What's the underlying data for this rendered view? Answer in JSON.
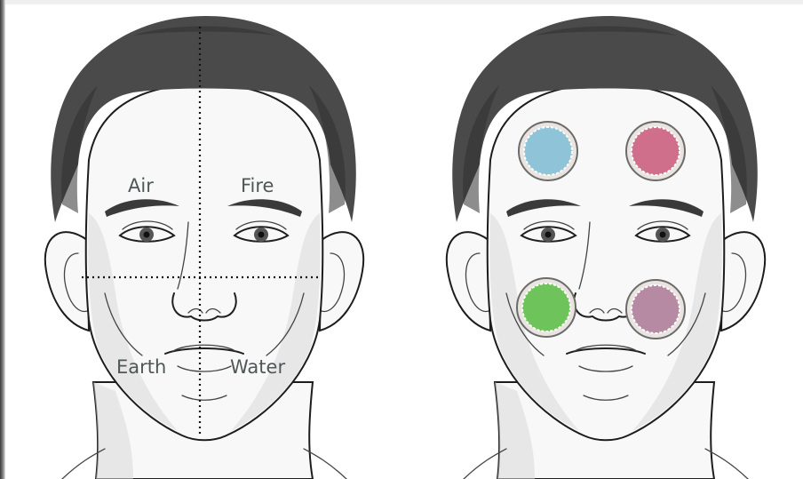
{
  "diagram": {
    "left_face": {
      "quadrant_labels": {
        "top_left": "Air",
        "top_right": "Fire",
        "bottom_left": "Earth",
        "bottom_right": "Water"
      },
      "guide_lines": [
        "vertical-midline",
        "horizontal-cheek-line"
      ]
    },
    "right_face": {
      "markers": [
        {
          "position": "upper-left-forehead",
          "color": "#8fc4d8"
        },
        {
          "position": "upper-right-forehead",
          "color": "#cf6f8c"
        },
        {
          "position": "lower-left-cheek",
          "color": "#6ec45a"
        },
        {
          "position": "lower-right-cheek",
          "color": "#b58aa2"
        }
      ]
    }
  }
}
